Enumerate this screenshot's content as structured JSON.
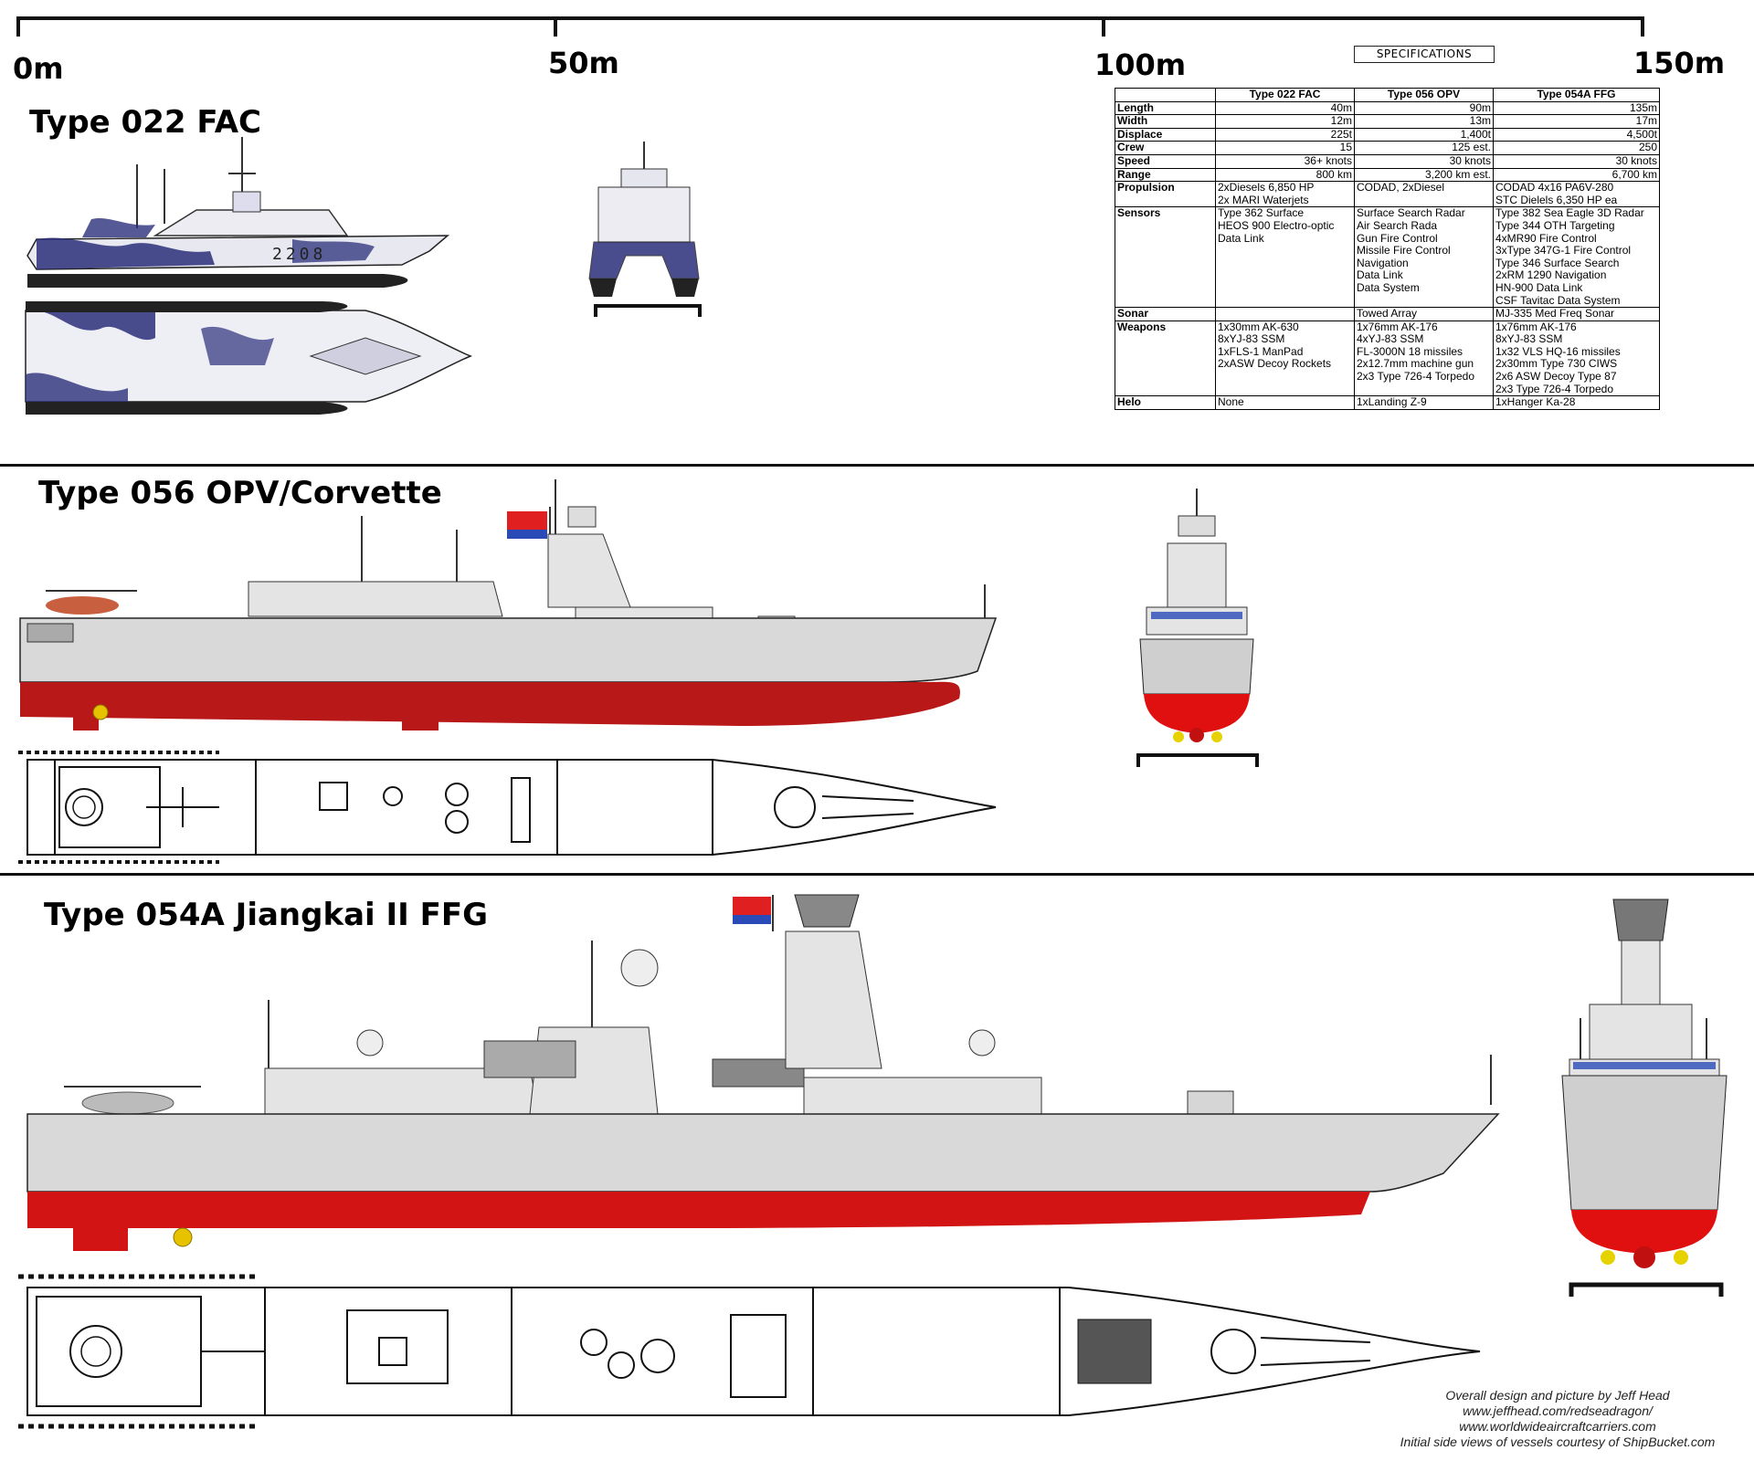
{
  "scale": {
    "labels": [
      "0m",
      "50m",
      "100m",
      "150m"
    ]
  },
  "ships": {
    "fac": {
      "title": "Type 022 FAC",
      "hull_number": "2208"
    },
    "opv": {
      "title": "Type 056 OPV/Corvette"
    },
    "ffg": {
      "title": "Type 054A Jiangkai II FFG"
    }
  },
  "specifications": {
    "title": "SPECIFICATIONS",
    "columns": [
      "Type 022 FAC",
      "Type 056 OPV",
      "Type 054A FFG"
    ],
    "rows": [
      {
        "label": "Length",
        "values": [
          "40m",
          "90m",
          "135m"
        ]
      },
      {
        "label": "Width",
        "values": [
          "12m",
          "13m",
          "17m"
        ]
      },
      {
        "label": "Displace",
        "values": [
          "225t",
          "1,400t",
          "4,500t"
        ]
      },
      {
        "label": "Crew",
        "values": [
          "15",
          "125 est.",
          "250"
        ]
      },
      {
        "label": "Speed",
        "values": [
          "36+ knots",
          "30 knots",
          "30 knots"
        ]
      },
      {
        "label": "Range",
        "values": [
          "800 km",
          "3,200 km est.",
          "6,700 km"
        ]
      },
      {
        "label": "Propulsion",
        "values": [
          [
            "2xDiesels 6,850 HP",
            "2x MARI Waterjets"
          ],
          [
            "CODAD, 2xDiesel"
          ],
          [
            "CODAD 4x16 PA6V-280",
            "STC Dielels 6,350 HP ea"
          ]
        ]
      },
      {
        "label": "Sensors",
        "values": [
          [
            "Type 362 Surface",
            "HEOS 900 Electro-optic",
            "Data Link"
          ],
          [
            "Surface Search Radar",
            "Air Search Rada",
            "Gun Fire Control",
            "Missile Fire Control",
            "Navigation",
            "Data Link",
            "Data System"
          ],
          [
            "Type 382 Sea Eagle 3D Radar",
            "Type 344 OTH Targeting",
            "4xMR90 Fire Control",
            "3xType 347G-1 Fire Control",
            "Type 346 Surface Search",
            "2xRM 1290 Navigation",
            "HN-900 Data Link",
            "CSF Tavitac Data System"
          ]
        ]
      },
      {
        "label": "Sonar",
        "values": [
          [
            ""
          ],
          [
            "Towed Array"
          ],
          [
            "MJ-335 Med Freq Sonar"
          ]
        ]
      },
      {
        "label": "Weapons",
        "values": [
          [
            "1x30mm AK-630",
            "8xYJ-83 SSM",
            "1xFLS-1 ManPad",
            "2xASW Decoy Rockets"
          ],
          [
            "1x76mm AK-176",
            "4xYJ-83 SSM",
            "FL-3000N 18 missiles",
            "2x12.7mm machine gun",
            "2x3 Type 726-4 Torpedo"
          ],
          [
            "1x76mm AK-176",
            "8xYJ-83 SSM",
            "1x32 VLS HQ-16 missiles",
            "2x30mm Type 730 CIWS",
            "2x6 ASW Decoy Type 87",
            "2x3 Type 726-4 Torpedo"
          ]
        ]
      },
      {
        "label": "Helo",
        "values": [
          [
            "None"
          ],
          [
            "1xLanding Z-9"
          ],
          [
            "1xHanger Ka-28"
          ]
        ]
      }
    ]
  },
  "credits": [
    "Overall design and picture by Jeff Head",
    "www.jeffhead.com/redseadragon/",
    "www.worldwideaircraftcarriers.com",
    "Initial side views of vessels courtesy of ShipBucket.com"
  ],
  "colors": {
    "hull_gray": "#d9d9d9",
    "antifouling_red": "#d21414",
    "camo_blue": "#2a2f7a",
    "flag_red": "#e02020",
    "line": "#111111"
  }
}
